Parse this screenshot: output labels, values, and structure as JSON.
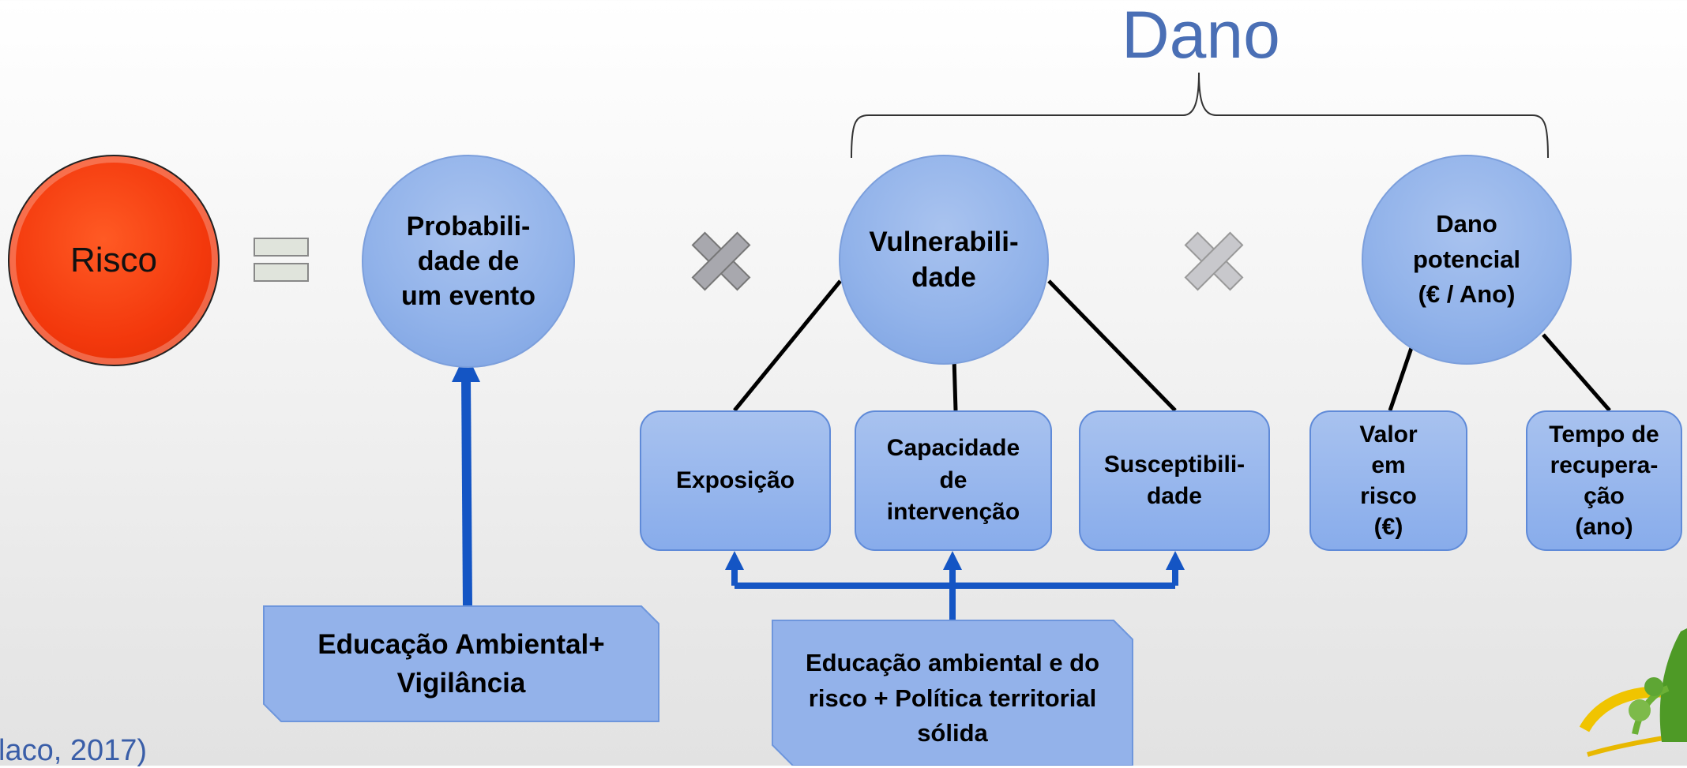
{
  "title": "Dano",
  "risk": {
    "label": "Risco",
    "color": "#f3380c"
  },
  "operators": {
    "equals": "=",
    "times": [
      "×",
      "×"
    ]
  },
  "probability": {
    "label": "Probabili-\ndade de\num evento"
  },
  "vulnerability": {
    "label": "Vulnerabili-\ndade"
  },
  "damage": {
    "label": "Dano\npotencial\n(€ / Ano)"
  },
  "factors": [
    {
      "label": "Exposição"
    },
    {
      "label": "Capacidade\nde\nintervenção"
    },
    {
      "label": "Susceptibili-\ndade"
    },
    {
      "label": "Valor\nem\nrisco\n(€)"
    },
    {
      "label": "Tempo de\nrecupera-\nção\n(ano)"
    }
  ],
  "callouts": {
    "left": "Educação Ambiental+\nVigilância",
    "right": "Educação ambiental e do\nrisco + Política territorial\nsólida"
  },
  "citation": "laco, 2017)",
  "colors": {
    "title": "#4a6fb5",
    "circle_fill": "#92b3ea",
    "box_fill": "#98b7ec",
    "arrow": "#1455c4",
    "connector": "#000000",
    "multiply_icon": "#9a9aa0"
  }
}
